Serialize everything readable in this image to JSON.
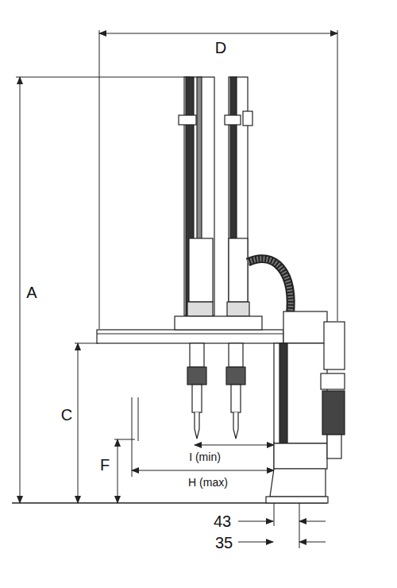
{
  "diagram": {
    "labels": [
      "D",
      "A",
      "C",
      "F",
      "I (min)",
      "H (max)",
      "43",
      "35"
    ]
  }
}
